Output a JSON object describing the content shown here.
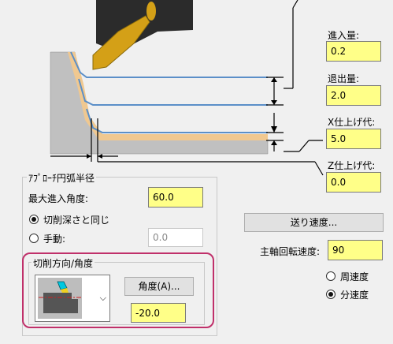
{
  "params": {
    "approach": {
      "label": "進入量:",
      "value": "0.2"
    },
    "retract": {
      "label": "退出量:",
      "value": "2.0"
    },
    "x_finish": {
      "label": "X仕上げ代:",
      "value": "5.0"
    },
    "z_finish": {
      "label": "Z仕上げ代:",
      "value": "0.0"
    }
  },
  "approach_group": {
    "title": "ｱﾌﾟﾛｰﾁ円弧半径",
    "max_angle_label": "最大進入角度:",
    "max_angle_value": "60.0",
    "radio_same_label": "切削深さと同じ",
    "radio_manual_label": "手動:",
    "manual_value": "0.0"
  },
  "cut_dir_group": {
    "title": "切削方向/角度",
    "angle_button": "角度(A)...",
    "angle_value": "-20.0"
  },
  "feed_button": "送り速度...",
  "spindle": {
    "label": "主軸回転速度:",
    "value": "90",
    "radio_surface_label": "周速度",
    "radio_rpm_label": "分速度"
  },
  "colors": {
    "field_yellow": "#ffff88",
    "highlight": "#c0306a",
    "toolpath": "#5b8fc8",
    "stock": "#f0c890"
  }
}
